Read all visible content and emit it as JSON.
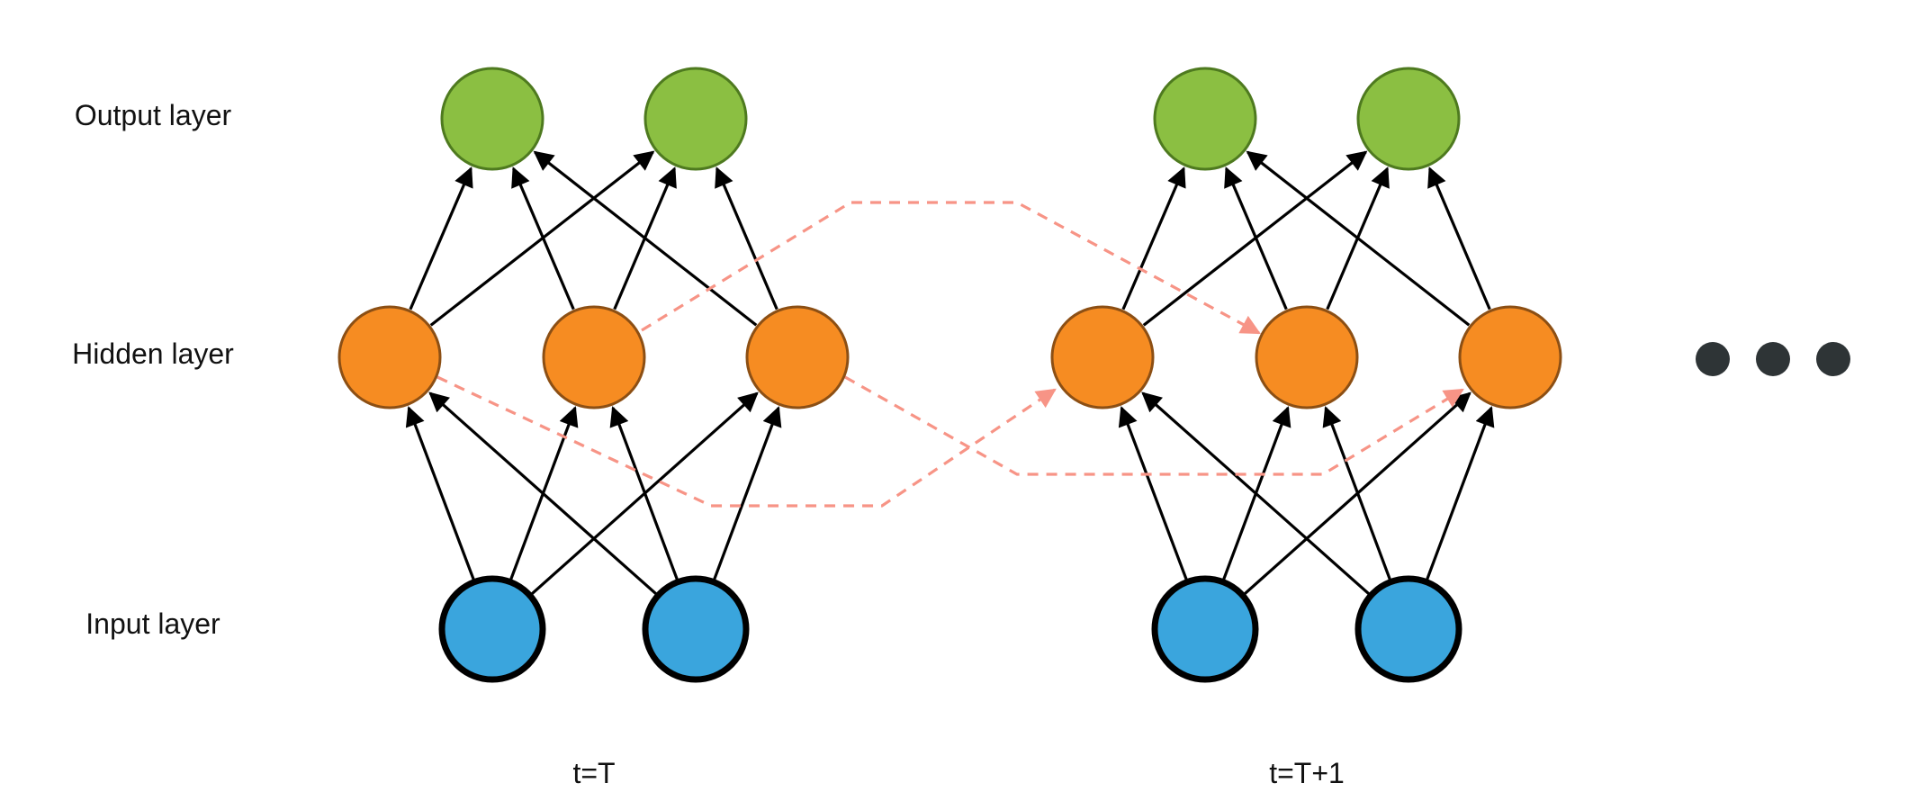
{
  "layers": {
    "output_label": "Output layer",
    "hidden_label": "Hidden layer",
    "input_label": "Input layer"
  },
  "timesteps": [
    {
      "label": "t=T"
    },
    {
      "label": "t=T+1"
    }
  ],
  "colors": {
    "output_fill": "#8bbf42",
    "output_stroke": "#4e7a1f",
    "hidden_fill": "#f68c22",
    "hidden_stroke": "#8c4f14",
    "input_fill": "#3aa5dd",
    "input_stroke": "#000000",
    "edge": "#000000",
    "recurrent_edge": "#f79486",
    "ellipsis_dot": "#2e3436"
  },
  "icons": {
    "continuation": "ellipsis-dots"
  }
}
